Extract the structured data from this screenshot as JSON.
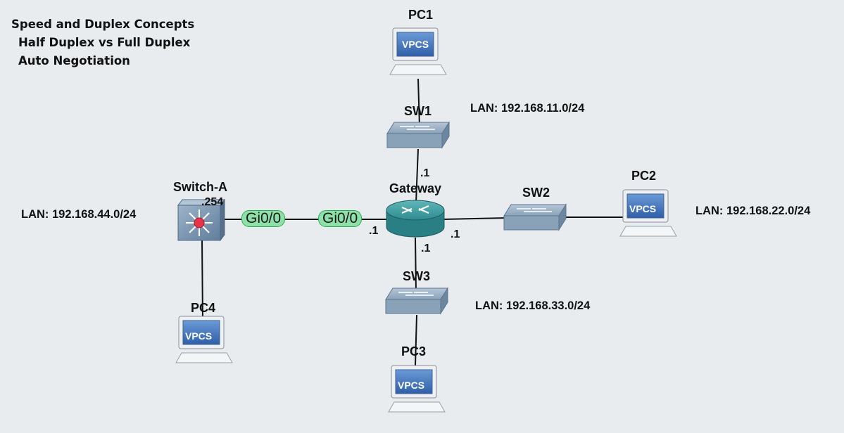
{
  "notes": {
    "line1": "Speed and Duplex Concepts",
    "line2": "Half Duplex vs Full Duplex",
    "line3": "Auto Negotiation"
  },
  "nodes": {
    "pc1": {
      "name": "PC1",
      "badge": "VPCS"
    },
    "pc2": {
      "name": "PC2",
      "badge": "VPCS"
    },
    "pc3": {
      "name": "PC3",
      "badge": "VPCS"
    },
    "pc4": {
      "name": "PC4",
      "badge": "VPCS"
    },
    "sw1": {
      "name": "SW1"
    },
    "sw2": {
      "name": "SW2"
    },
    "sw3": {
      "name": "SW3"
    },
    "switch_a": {
      "name": "Switch-A"
    },
    "gateway": {
      "name": "Gateway"
    }
  },
  "lans": {
    "sw1": "LAN: 192.168.11.0/24",
    "sw2": "LAN: 192.168.22.0/24",
    "sw3": "LAN: 192.168.33.0/24",
    "switch_a": "LAN: 192.168.44.0/24"
  },
  "ips": {
    "gw_top": ".1",
    "gw_right": ".1",
    "gw_bottom": ".1",
    "gw_left": ".1",
    "switch_a": ".254"
  },
  "interfaces": {
    "switch_a_side": "Gi0/0",
    "gateway_side": "Gi0/0"
  },
  "colors": {
    "background": "#e8ecef",
    "interface_fill": "#8ee0a9",
    "interface_border": "#27b04f",
    "switch_a_led": "#e8344a"
  }
}
